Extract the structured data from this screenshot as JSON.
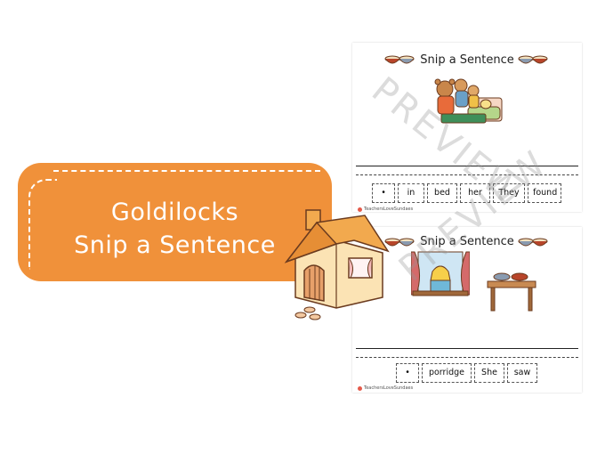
{
  "title": {
    "line1": "Goldilocks",
    "line2": "Snip a Sentence"
  },
  "pages": [
    {
      "heading": "Snip a Sentence",
      "words": [
        "•",
        "in",
        "bed",
        "her",
        "They",
        "found"
      ],
      "footer": "TeachersLoveSundaes"
    },
    {
      "heading": "Snip a Sentence",
      "words": [
        "•",
        "porridge",
        "She",
        "saw"
      ],
      "footer": "TeachersLoveSundaes"
    }
  ],
  "watermark": "PREVIEW",
  "colors": {
    "banner": "#f0913a",
    "house_roof": "#f2a94e",
    "house_wall": "#fbe3b4"
  },
  "icons": [
    "porridge-bowls-icon",
    "three-bears-illustration",
    "goldilocks-window-illustration",
    "cottage-illustration"
  ]
}
